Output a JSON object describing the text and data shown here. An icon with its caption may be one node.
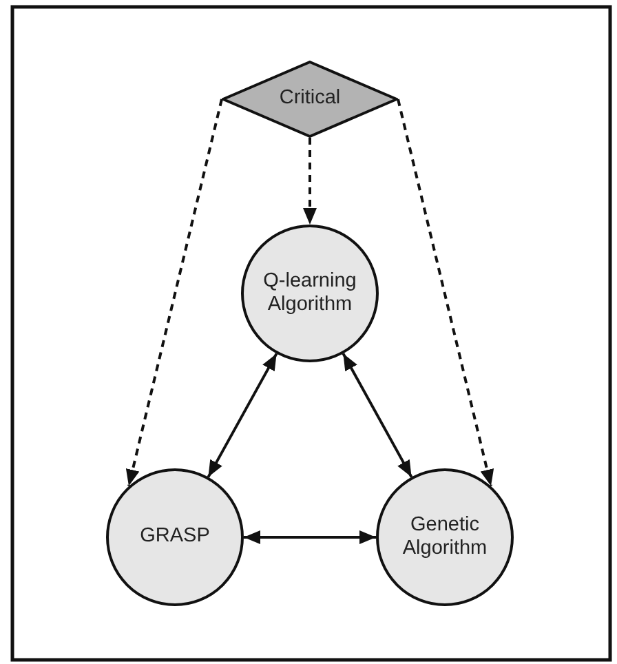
{
  "diagram": {
    "nodes": [
      {
        "text": [
          "Critical"
        ]
      },
      {
        "text": [
          "Q-learning Algorithm"
        ]
      },
      {
        "text": [
          "GRASP"
        ]
      },
      {
        "text": [
          "Genetic Algorithm"
        ]
      }
    ],
    "edges": [
      {
        "from": 0,
        "to": 1,
        "arrow": "to",
        "style": "dashed"
      },
      {
        "from": 0,
        "to": 2,
        "arrow": "to",
        "style": "dashed"
      },
      {
        "from": 0,
        "to": 3,
        "arrow": "to",
        "style": "dashed"
      },
      {
        "from": 1,
        "to": 2,
        "arrow": "both"
      },
      {
        "from": 1,
        "to": 3,
        "arrow": "both"
      },
      {
        "from": 2,
        "to": 3,
        "arrow": "both"
      }
    ]
  }
}
